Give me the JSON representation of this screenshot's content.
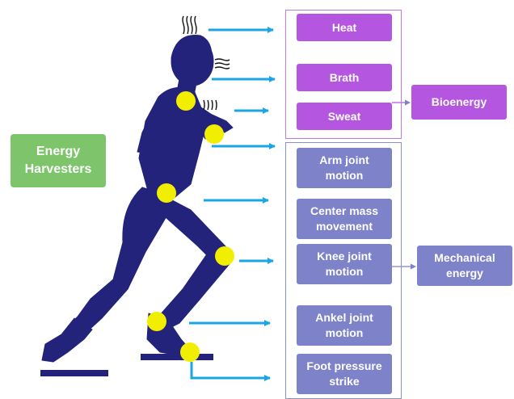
{
  "harvester_label": "Energy Harvesters",
  "bioenergy": {
    "title": "Bioenergy",
    "items": [
      "Heat",
      "Brath",
      "Sweat"
    ]
  },
  "mechanical": {
    "title": "Mechanical energy",
    "items": [
      "Arm joint motion",
      "Center mass movement",
      "Knee joint motion",
      "Ankel joint motion",
      "Foot pressure strike"
    ]
  },
  "colors": {
    "bioenergy": "#b556e0",
    "mechanical": "#7e82c9",
    "harvester": "#7dc46a",
    "runner": "#23237c",
    "joint": "#f2ee00",
    "arrow": "#1aa6e6"
  },
  "icons": {
    "runner": "runner-silhouette-icon",
    "joint": "joint-marker-icon",
    "heat": "heat-waves-icon",
    "breath": "breath-lines-icon",
    "sweat": "sweat-lines-icon"
  }
}
